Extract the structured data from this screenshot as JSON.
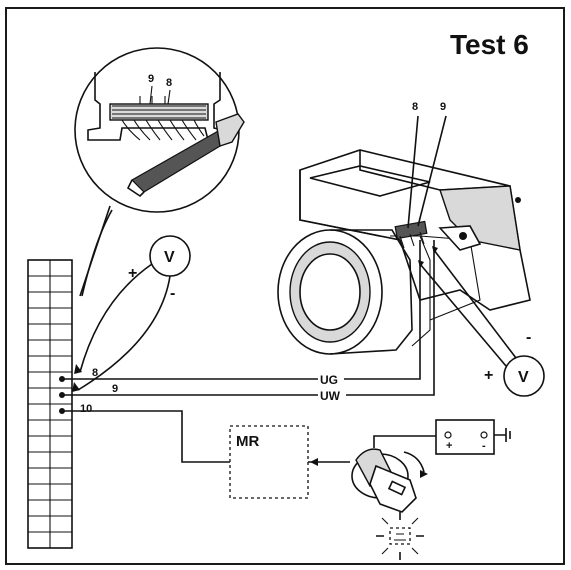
{
  "title": "Test 6",
  "inset": {
    "pin_a": "9",
    "pin_b": "8"
  },
  "sensor": {
    "pin_a": "8",
    "pin_b": "9"
  },
  "connector_pins": {
    "p8": "8",
    "p9": "9",
    "p10": "10"
  },
  "meter_left": {
    "label": "V",
    "plus": "+",
    "minus": "-"
  },
  "meter_right": {
    "label": "V",
    "plus": "+",
    "minus": "-"
  },
  "wires": {
    "ug": "UG",
    "uw": "UW"
  },
  "relay": {
    "label": "MR"
  },
  "battery": {
    "plus": "+",
    "minus": "-"
  }
}
